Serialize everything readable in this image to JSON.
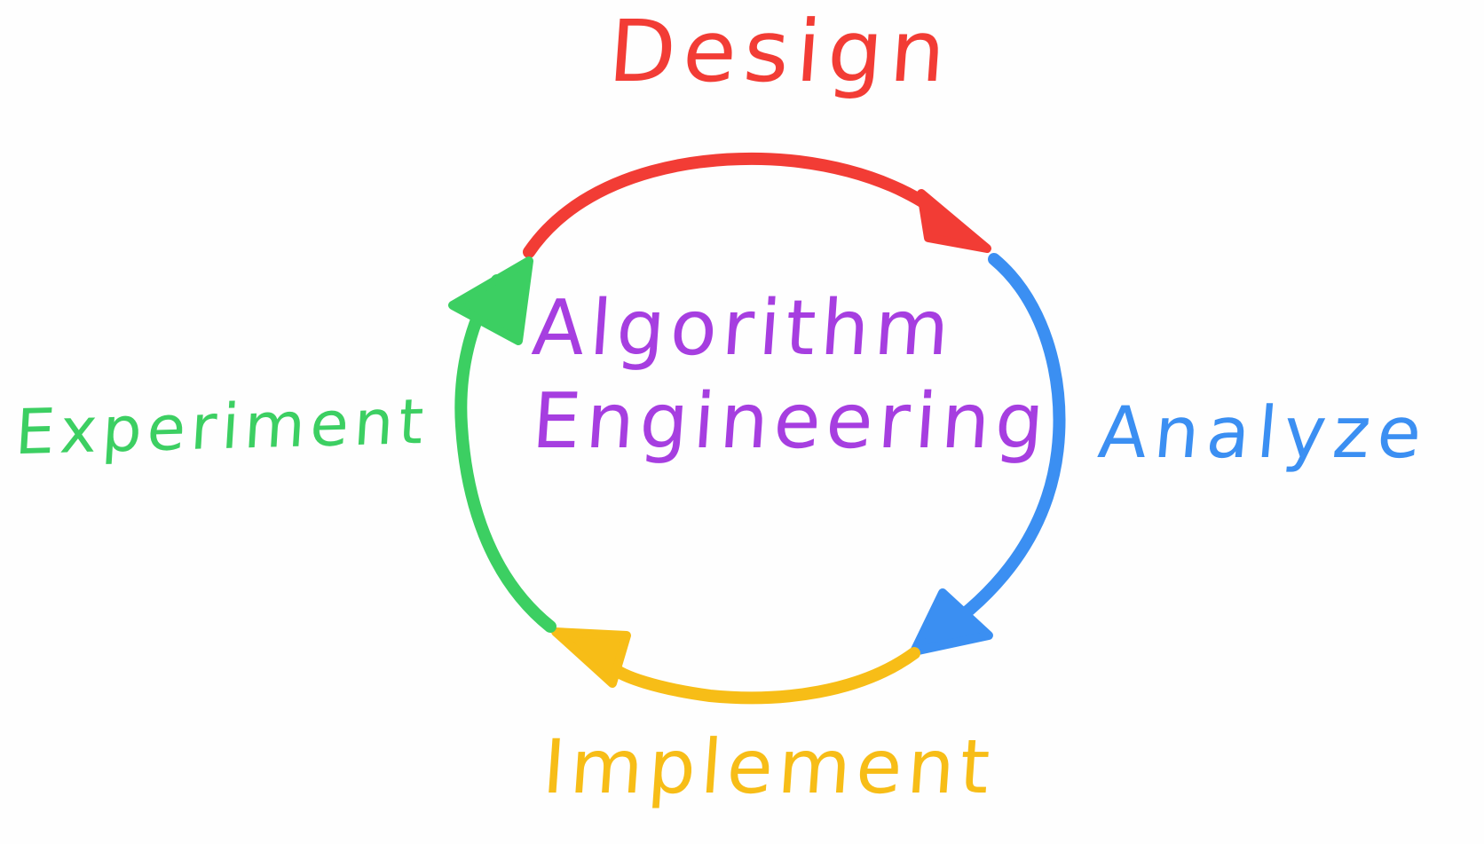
{
  "diagram": {
    "center_title": {
      "line1": "Algorithm",
      "line2": "Engineering",
      "color": "#a63ee0"
    },
    "stages": [
      {
        "id": "design",
        "label": "Design",
        "color": "#f23c35"
      },
      {
        "id": "analyze",
        "label": "Analyze",
        "color": "#3b8ff2"
      },
      {
        "id": "implement",
        "label": "Implement",
        "color": "#f7bd17"
      },
      {
        "id": "experiment",
        "label": "Experiment",
        "color": "#3ccf62"
      }
    ],
    "background": "#fefefe"
  }
}
